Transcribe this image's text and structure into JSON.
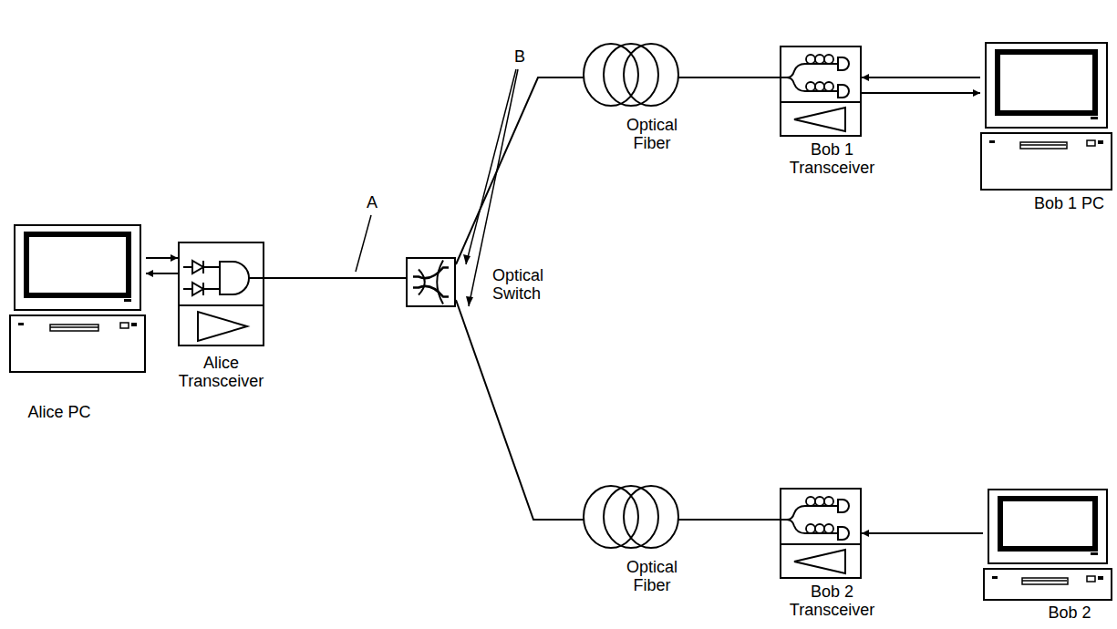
{
  "diagram": {
    "nodes": [
      {
        "text": [
          "Alice PC"
        ]
      },
      {
        "text": [
          "Alice Transceiver"
        ]
      },
      {
        "text": [
          "Optical Switch"
        ]
      },
      {
        "text": [
          "Optical Fiber"
        ]
      },
      {
        "text": [
          "Bob 1 Transceiver"
        ]
      },
      {
        "text": [
          "Bob 1 PC"
        ]
      },
      {
        "text": [
          "Optical Fiber"
        ]
      },
      {
        "text": [
          "Bob 2 Transceiver"
        ]
      },
      {
        "text": [
          "Bob 2"
        ]
      }
    ],
    "edges": [
      {
        "from": 0,
        "to": 1,
        "arrow": "to"
      },
      {
        "from": 1,
        "to": 0,
        "arrow": "to"
      },
      {
        "from": 1,
        "to": 2,
        "arrow": "none"
      },
      {
        "from": 2,
        "to": 3,
        "arrow": "none"
      },
      {
        "from": 3,
        "to": 4,
        "arrow": "none"
      },
      {
        "from": 5,
        "to": 4,
        "arrow": "to"
      },
      {
        "from": 4,
        "to": 5,
        "arrow": "to"
      },
      {
        "from": 2,
        "to": 6,
        "arrow": "none"
      },
      {
        "from": 6,
        "to": 7,
        "arrow": "none"
      },
      {
        "from": 8,
        "to": 7,
        "arrow": "to"
      }
    ],
    "labels": [
      "A",
      "B"
    ]
  }
}
